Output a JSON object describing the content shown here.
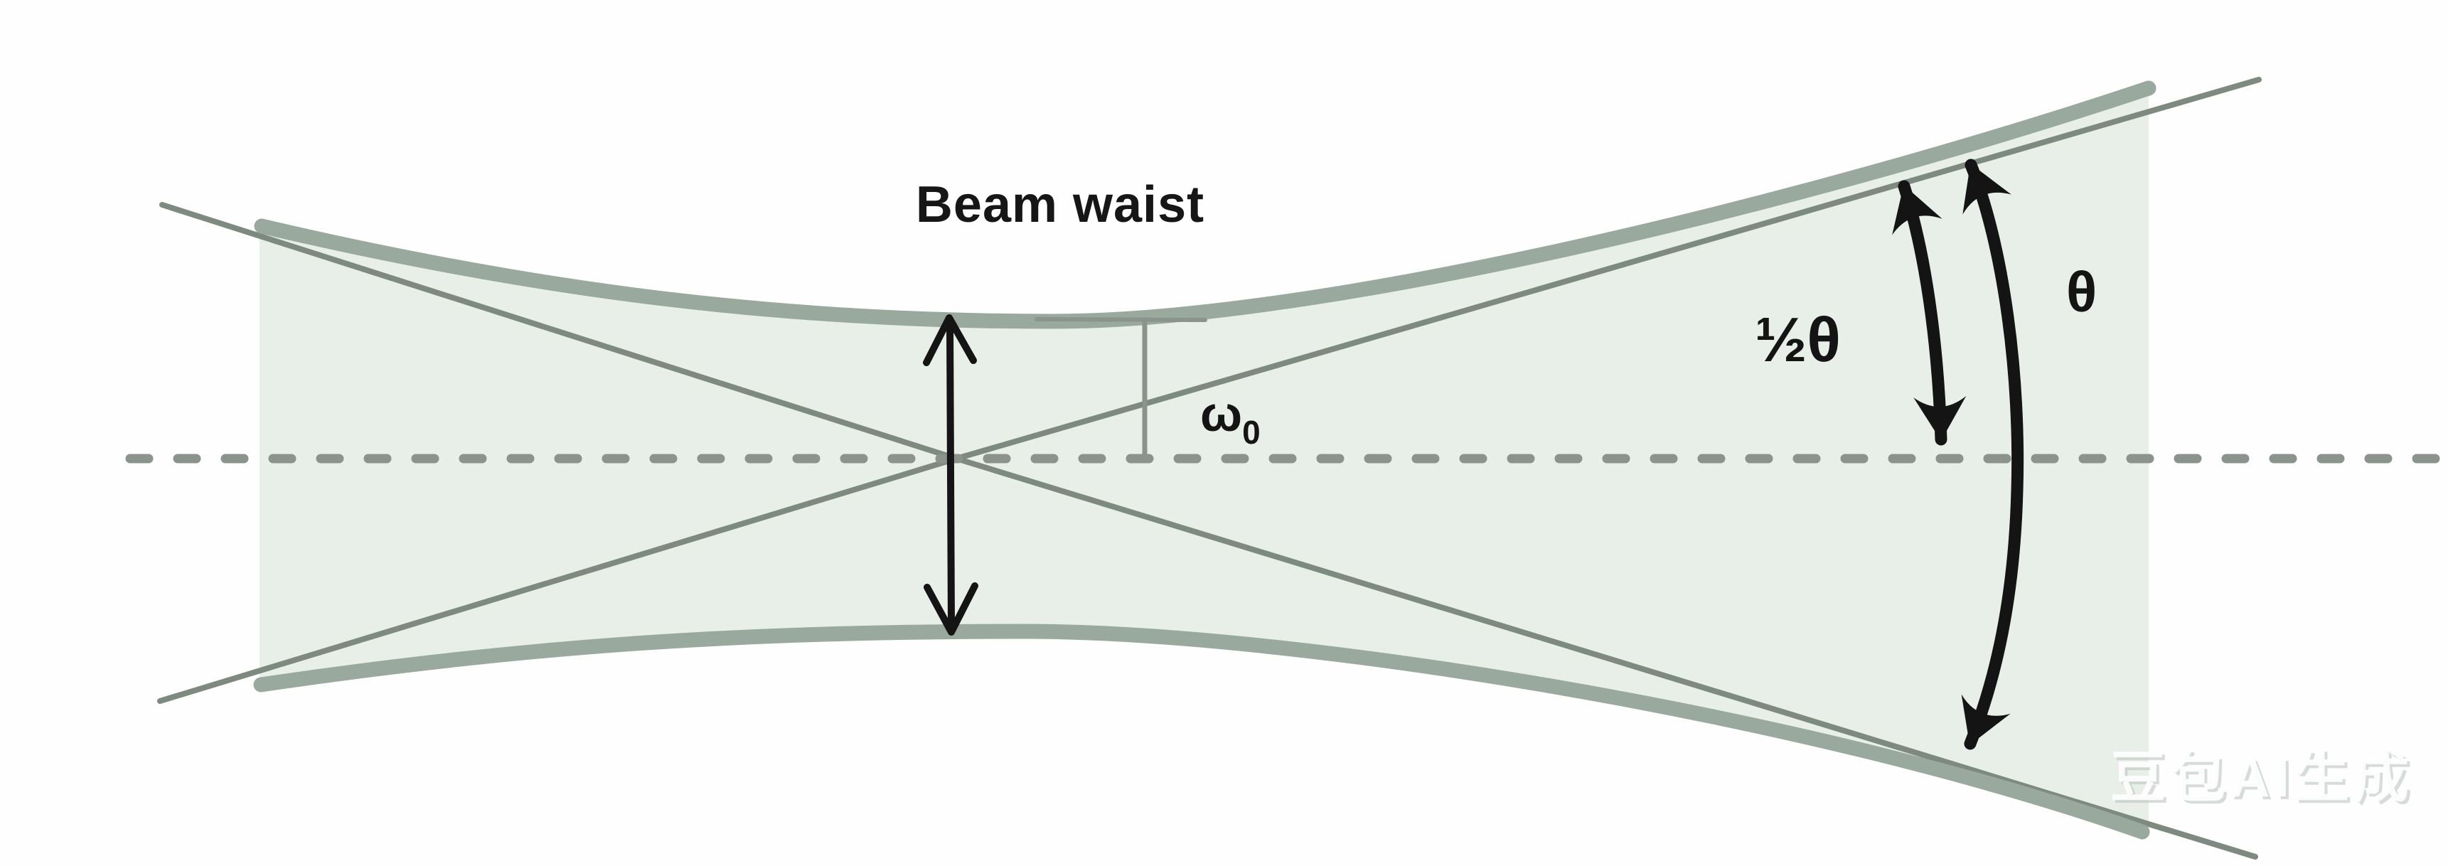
{
  "diagram": {
    "title": "Beam waist",
    "labels": {
      "beam_waist_title": "Beam waist",
      "waist_radius_symbol": "ω",
      "waist_radius_subscript": "0",
      "half_divergence_angle": "½θ",
      "full_divergence_angle": "θ"
    },
    "watermark": "豆包AI生成",
    "colors": {
      "background": "#fefefe",
      "beam_fill": "#e8efe9",
      "beam_edge": "#9aa99e",
      "asymptote_line": "#7e897f",
      "axis_dash": "#8b948c",
      "bracket": "#8b948c",
      "ink": "#141414",
      "watermark_fill": "#ffffff",
      "watermark_shadow": "#b9c2bb"
    }
  }
}
